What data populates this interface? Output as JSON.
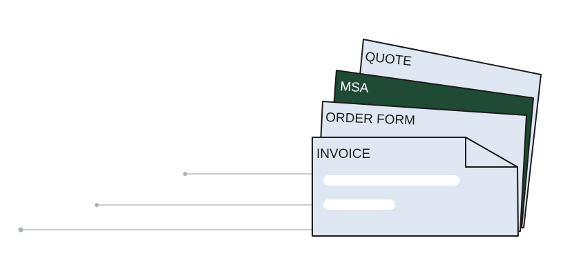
{
  "colors": {
    "card_fill": "#dfe8f2",
    "msa_fill": "#1f4a34",
    "outline": "#1b1b1b",
    "line": "#c8cdd0",
    "dot": "#aab2b6",
    "text_bar": "#ffffff"
  },
  "documents": {
    "quote": {
      "label": "QUOTE"
    },
    "msa": {
      "label": "MSA"
    },
    "order_form": {
      "label": "ORDER FORM"
    },
    "invoice": {
      "label": "INVOICE"
    }
  }
}
